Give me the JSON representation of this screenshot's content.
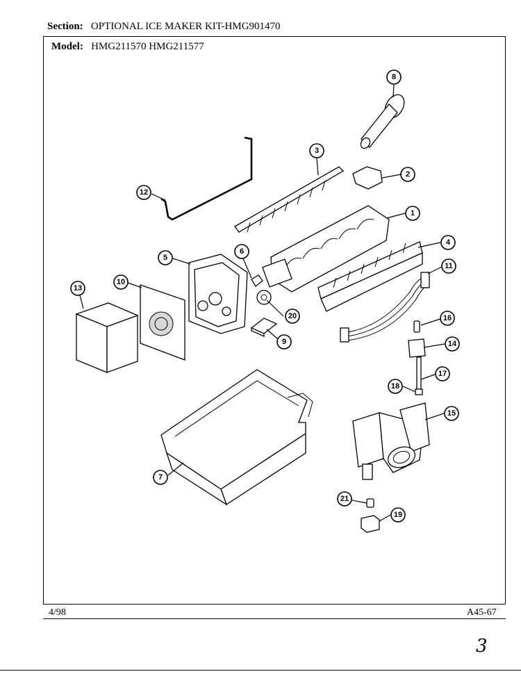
{
  "header": {
    "section_label": "Section:",
    "section_value": "OPTIONAL ICE MAKER KIT-HMG901470",
    "model_label": "Model:",
    "model_value": "HMG211570 HMG211577"
  },
  "footer": {
    "date": "4/98",
    "page_code": "A45-67"
  },
  "corner_mark": "3",
  "callouts": [
    "1",
    "2",
    "3",
    "4",
    "5",
    "6",
    "7",
    "8",
    "9",
    "10",
    "11",
    "12",
    "13",
    "14",
    "15",
    "16",
    "17",
    "18",
    "19",
    "20",
    "21"
  ]
}
